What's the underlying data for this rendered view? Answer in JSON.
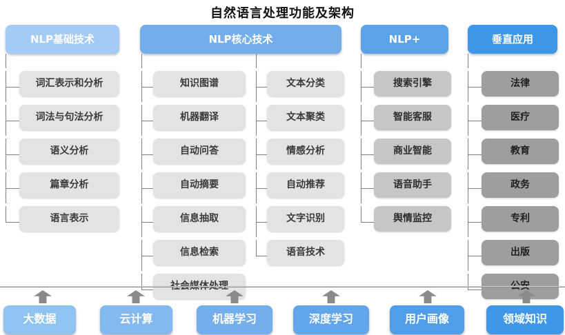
{
  "title": "自然语言处理功能及架构",
  "columns": [
    {
      "header": "NLP基础技术",
      "items": [
        "词汇表示和分析",
        "词法与句法分析",
        "语义分析",
        "篇章分析",
        "语言表示"
      ]
    },
    {
      "header": "NLP核心技术",
      "items_left": [
        "知识图谱",
        "机器翻译",
        "自动问答",
        "自动摘要",
        "信息抽取",
        "信息检索",
        "社会媒体处理"
      ],
      "items_right": [
        "文本分类",
        "文本聚类",
        "情感分析",
        "自动推荐",
        "文字识别",
        "语音技术"
      ]
    },
    {
      "header": "NLP+",
      "items": [
        "搜索引擎",
        "智能客服",
        "商业智能",
        "语音助手",
        "舆情监控"
      ]
    },
    {
      "header": "垂直应用",
      "items": [
        "法律",
        "医疗",
        "教育",
        "政务",
        "专利",
        "出版",
        "公安"
      ]
    }
  ],
  "foundation": {
    "items": [
      "大数据",
      "云计算",
      "机器学习",
      "深度学习",
      "用户画像",
      "领域知识"
    ]
  },
  "colors": {
    "header_1": "#a3cbf4",
    "header_2": "#74aeea",
    "header_3": "#5ba2e9",
    "header_4": "#3d96e8",
    "node_light_gray": "#e3e3e3",
    "node_mid_gray": "#c6c6c6",
    "node_dark_gray": "#9e9e9e",
    "foundation_gradient_start": "#90c3f0",
    "foundation_gradient_end": "#4096e8",
    "connector_gray": "#7f7f7f",
    "arrow_gray": "#8a8a8a"
  }
}
